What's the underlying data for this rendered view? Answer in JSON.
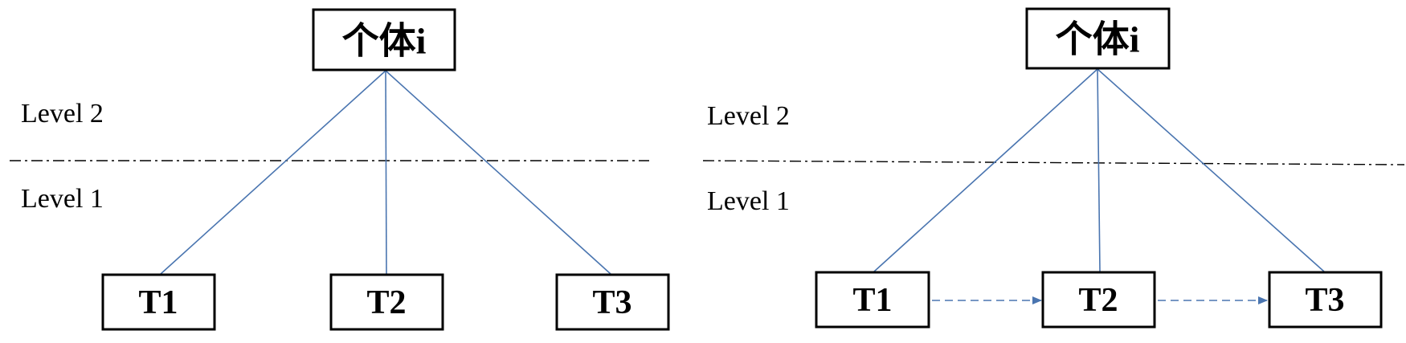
{
  "colors": {
    "edge": "#4a75b0",
    "box_border": "#000000",
    "divider": "#000000",
    "background": "#ffffff"
  },
  "panels": [
    {
      "root": {
        "label": "个体i"
      },
      "level_top_label": "Level 2",
      "level_bottom_label": "Level 1",
      "leaves": [
        {
          "label": "T1"
        },
        {
          "label": "T2"
        },
        {
          "label": "T3"
        }
      ],
      "sequential_arrows": false
    },
    {
      "root": {
        "label": "个体i"
      },
      "level_top_label": "Level 2",
      "level_bottom_label": "Level 1",
      "leaves": [
        {
          "label": "T1"
        },
        {
          "label": "T2"
        },
        {
          "label": "T3"
        }
      ],
      "sequential_arrows": true
    }
  ]
}
